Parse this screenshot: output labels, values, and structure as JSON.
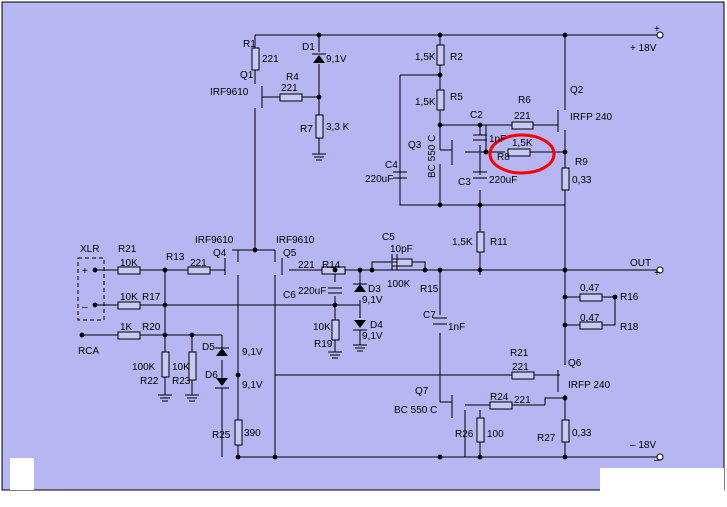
{
  "supply": {
    "pos": "+ 18V",
    "neg": "– 18V",
    "plus_sign": "+",
    "minus_sign": "–"
  },
  "connectors": {
    "xlr": "XLR",
    "rca": "RCA",
    "out": "OUT",
    "xlr_plus": "+",
    "xlr_minus": "–",
    "out_plus": "+"
  },
  "components": {
    "R1": {
      "ref": "R1",
      "value": "221"
    },
    "R2": {
      "ref": "R2",
      "value": "1,5K"
    },
    "R4": {
      "ref": "R4",
      "value": "221"
    },
    "R5": {
      "ref": "R5",
      "value": "1,5K"
    },
    "R6": {
      "ref": "R6",
      "value": "221"
    },
    "R7": {
      "ref": "R7",
      "value": "3,3 K"
    },
    "R8": {
      "ref": "R8",
      "value": "1,5K"
    },
    "R9": {
      "ref": "R9",
      "value": "0,33"
    },
    "R11": {
      "ref": "R11",
      "value": "1,5K"
    },
    "R13": {
      "ref": "R13",
      "value": "221"
    },
    "R14": {
      "ref": "R14",
      "value": "221"
    },
    "R15": {
      "ref": "R15",
      "value": "100K"
    },
    "R16": {
      "ref": "R16",
      "value": "0,47"
    },
    "R17": {
      "ref": "R17",
      "value": "10K"
    },
    "R18": {
      "ref": "R18",
      "value": "0,47"
    },
    "R19": {
      "ref": "R19",
      "value": "10K"
    },
    "R20": {
      "ref": "R20",
      "value": "1K"
    },
    "R21a": {
      "ref": "R21",
      "value": "10K"
    },
    "R21b": {
      "ref": "R21",
      "value": "221"
    },
    "R22": {
      "ref": "R22",
      "value": "100K"
    },
    "R23": {
      "ref": "R23",
      "value": "10K"
    },
    "R24": {
      "ref": "R24",
      "value": "221"
    },
    "R25": {
      "ref": "R25",
      "value": "390"
    },
    "R26": {
      "ref": "R26",
      "value": "100"
    },
    "R27": {
      "ref": "R27",
      "value": "0,33"
    },
    "C2": {
      "ref": "C2",
      "value": "1nF"
    },
    "C3": {
      "ref": "C3",
      "value": "220uF"
    },
    "C4": {
      "ref": "C4",
      "value": "220uF"
    },
    "C5": {
      "ref": "C5",
      "value": "10pF"
    },
    "C6": {
      "ref": "C6",
      "value": "220uF"
    },
    "C7": {
      "ref": "C7",
      "value": "1nF"
    },
    "D1": {
      "ref": "D1",
      "value": "9,1V"
    },
    "D3": {
      "ref": "D3",
      "value": "9,1V"
    },
    "D4": {
      "ref": "D4",
      "value": "9,1V"
    },
    "D5": {
      "ref": "D5",
      "value": "9,1V"
    },
    "D6": {
      "ref": "D6",
      "value": "9,1V"
    },
    "Q1": {
      "ref": "Q1",
      "value": "IRF9610"
    },
    "Q2": {
      "ref": "Q2",
      "value": "IRFP 240"
    },
    "Q3": {
      "ref": "Q3",
      "value": "BC 550 C"
    },
    "Q4": {
      "ref": "Q4",
      "value": "IRF9610"
    },
    "Q5": {
      "ref": "Q5",
      "value": "IRF9610"
    },
    "Q6": {
      "ref": "Q6",
      "value": "IRFP 240"
    },
    "Q7": {
      "ref": "Q7",
      "value": "BC 550 C"
    }
  },
  "colors": {
    "board": "#b6b6f2",
    "resistor_fill": "#c9c9f6",
    "wire": "#000000",
    "highlight": "#ff0000"
  }
}
